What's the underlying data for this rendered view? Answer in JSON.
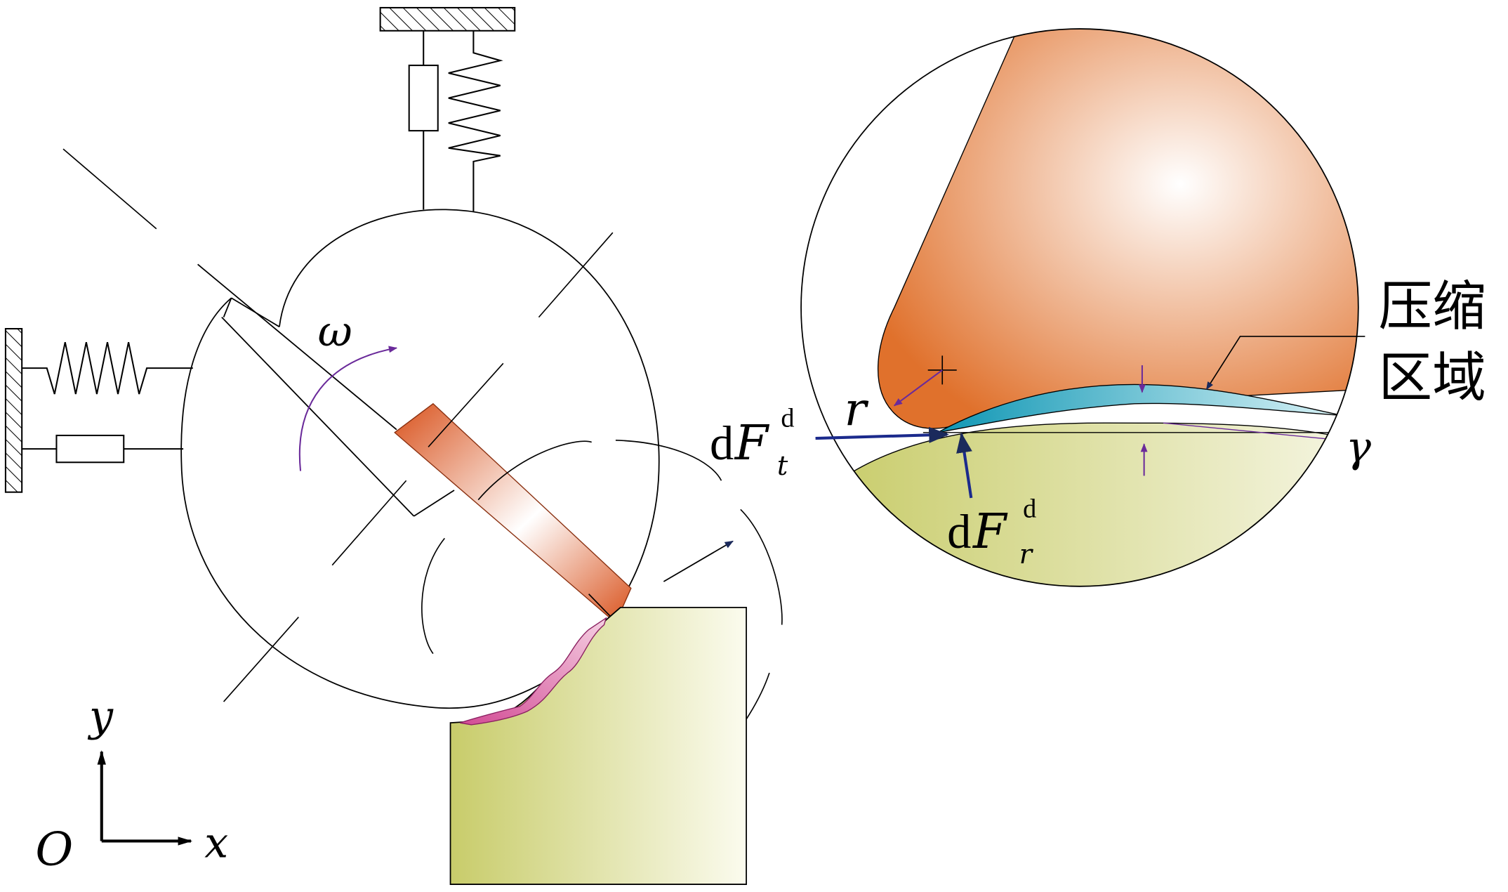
{
  "labels": {
    "omega": "ω",
    "radius": "r",
    "tangential_force": {
      "d": "d",
      "F": "F",
      "sub": "t",
      "sup": "d"
    },
    "radial_force": {
      "d": "d",
      "F": "F",
      "sub": "r",
      "sup": "d"
    },
    "gamma": "γ",
    "compression_zone_line1": "压缩",
    "compression_zone_line2": "区域",
    "axis_y": "y",
    "axis_x": "x",
    "origin": "O"
  },
  "colors": {
    "tool_orange": "#d9531e",
    "workpiece_green": "#c8cc6a",
    "chip_pink": "#e07aa8",
    "compression_blue": "#19a7c4",
    "force_arrow": "#1b2a8c",
    "accent_purple": "#6a2a9a"
  }
}
